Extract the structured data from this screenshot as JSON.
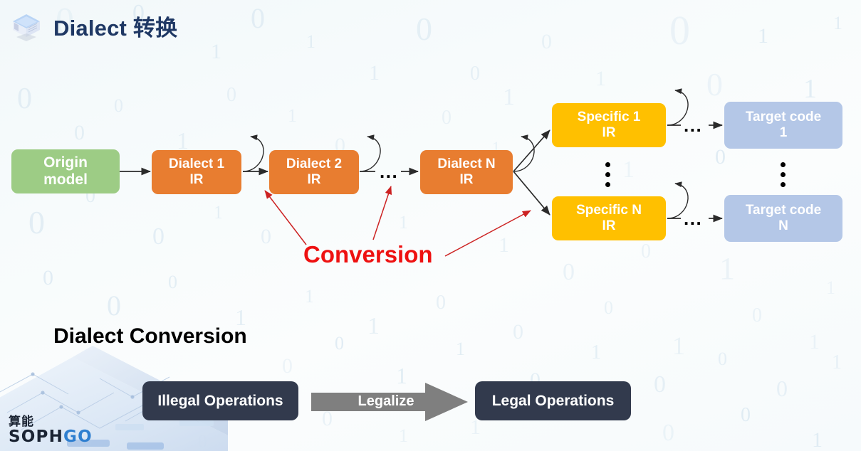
{
  "header": {
    "title": "Dialect 转换",
    "icon": "cube-box-icon"
  },
  "diagram": {
    "nodes": {
      "origin_model": "Origin model",
      "dialect_1": "Dialect 1 IR",
      "dialect_2": "Dialect 2 IR",
      "dialect_n": "Dialect N IR",
      "specific_1": "Specific 1 IR",
      "specific_n": "Specific N IR",
      "target_code_1": "Target code 1",
      "target_code_n": "Target code N"
    },
    "node_lines": {
      "origin_model": [
        "Origin",
        "model"
      ],
      "dialect_1": [
        "Dialect 1",
        "IR"
      ],
      "dialect_2": [
        "Dialect 2",
        "IR"
      ],
      "dialect_n": [
        "Dialect N",
        "IR"
      ],
      "specific_1": [
        "Specific 1",
        "IR"
      ],
      "specific_n": [
        "Specific N",
        "IR"
      ],
      "target_code_1": [
        "Target code",
        "1"
      ],
      "target_code_n": [
        "Target code",
        "N"
      ]
    },
    "ellipsis_horizontal": "...",
    "annotation": "Conversion",
    "colors": {
      "origin": "#9DCC85",
      "dialect": "#E87D30",
      "specific": "#FFC000",
      "target": "#B4C7E7",
      "annotation": "#EE1111",
      "arrow": "#2b2b2b",
      "callout_arrow": "#cc2222"
    }
  },
  "lower_section": {
    "title": "Dialect Conversion",
    "illegal_operations": "Illegal Operations",
    "legalize": "Legalize",
    "legal_operations": "Legal Operations",
    "colors": {
      "op_box": "#323A4D",
      "legalize_arrow": "#7F7F7F"
    }
  },
  "logo": {
    "cn": "算能",
    "word_soph": "SOPH",
    "word_go": "GO"
  }
}
